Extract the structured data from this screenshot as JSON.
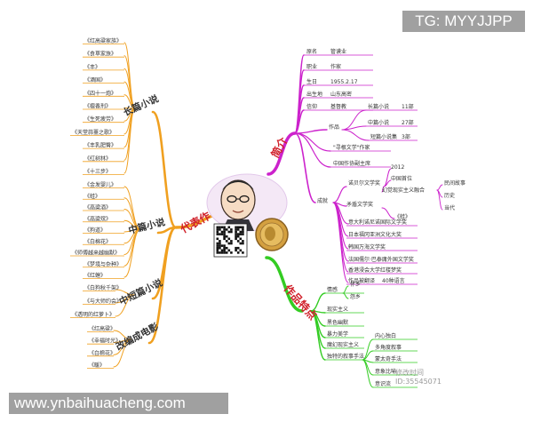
{
  "overlays": {
    "top_right": "TG: MYYJJPP",
    "bottom_left": "www.ynbaihuacheng.com",
    "watermark_line1": "修改时间",
    "watermark_line2": "ID:35545071"
  },
  "colors": {
    "orange": "#f0a020",
    "magenta": "#cc22cc",
    "green": "#33cc22",
    "label_red": "#d0202a"
  },
  "center": {
    "portrait": "portrait-caricature",
    "qr": "qr-code",
    "medal": "nobel-medal"
  },
  "left": {
    "main_label": "代表作",
    "groups": [
      {
        "label": "长篇小说",
        "items": [
          "《红高粱家族》",
          "《食草家族》",
          "《丰》",
          "《酒国》",
          "《四十一炮》",
          "《檀香刑》",
          "《生死疲劳》",
          "《天堂蒜薹之歌》",
          "《丰乳肥臀》",
          "《红树林》",
          "《十三步》"
        ]
      },
      {
        "label": "中篇小说",
        "items": [
          "《金发婴儿》",
          "《蛙》",
          "《高粱酒》",
          "《高粱殡》",
          "《狗道》",
          "《白棉花》",
          "《师傅越来越幽默》",
          "《梦境与杂种》",
          "《红蝗》"
        ]
      },
      {
        "label": "中短篇小说",
        "items": [
          "《白狗秋千架》",
          "《与大师约会》",
          "《透明的红萝卜》"
        ]
      },
      {
        "label": "改编成电影",
        "items": [
          "《红高粱》",
          "《幸福时光》",
          "《白棉花》",
          "《暖》"
        ]
      }
    ]
  },
  "right_top": {
    "main_label": "简介",
    "sub": [
      {
        "label": "原名",
        "value": "管谟业"
      },
      {
        "label": "职业",
        "value": "作家"
      },
      {
        "label": "生日",
        "value": "1955.2.17"
      },
      {
        "label": "出生地",
        "value": "山东高密"
      },
      {
        "label": "信仰",
        "value": "基督教"
      }
    ],
    "works": {
      "label": "作品",
      "items": [
        {
          "label": "长篇小说",
          "value": "11部"
        },
        {
          "label": "中篇小说",
          "value": "27部"
        },
        {
          "label": "短篇小说集",
          "value": "3部"
        }
      ]
    },
    "misc": [
      "\"寻根文学\"作家",
      "中国作协副主席"
    ],
    "awards": {
      "label": "成就",
      "nobel": {
        "label": "诺贝尔文学奖",
        "year": "2012",
        "first": "中国首位",
        "reason": "幻觉现实主义融合",
        "reason_items": [
          "民间故事",
          "历史",
          "当代"
        ]
      },
      "maodun": {
        "label": "矛盾文学奖",
        "work": "《蛙》"
      },
      "list": [
        "意大利诺尼诺国际文学奖",
        "日本福冈亚洲文化大奖",
        "韩国万海文学奖",
        "法国儒尔·巴泰庸外国文学奖",
        "香港浸会大学红楼梦奖"
      ],
      "translations": {
        "label": "作品被翻译",
        "value": "40种语言"
      }
    }
  },
  "right_bottom": {
    "main_label": "作品特点",
    "items": [
      {
        "label": "情感",
        "children": [
          "怀乡",
          "怨乡"
        ]
      },
      {
        "label": "现实主义",
        "children": []
      },
      {
        "label": "黑色幽默",
        "children": []
      },
      {
        "label": "暴力美学",
        "children": []
      },
      {
        "label": "魔幻现实主义",
        "children": []
      },
      {
        "label": "独特的叙事手法",
        "children": [
          "内心独白",
          "多角度叙事",
          "蒙太奇手法",
          "意象比喻",
          "意识流"
        ]
      }
    ]
  }
}
